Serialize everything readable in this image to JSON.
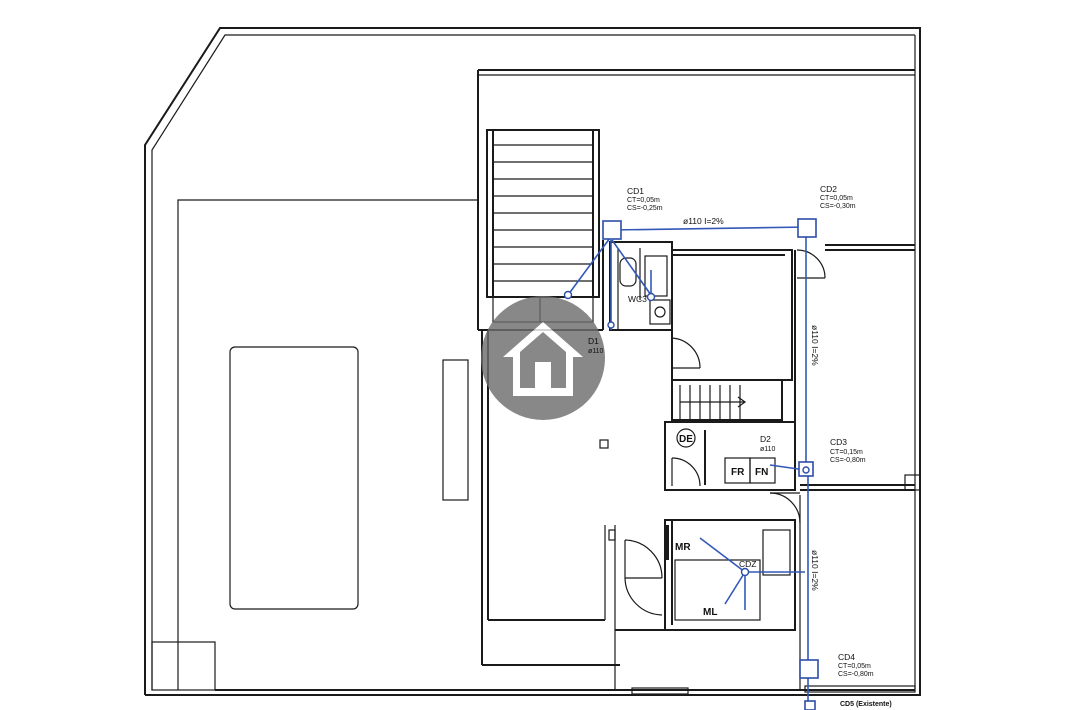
{
  "nodes": {
    "cd1": {
      "name": "CD1",
      "ct": "CT=0,05m",
      "cs": "CS=-0,25m"
    },
    "cd2": {
      "name": "CD2",
      "ct": "CT=0,05m",
      "cs": "CS=-0,30m"
    },
    "cd3": {
      "name": "CD3",
      "ct": "CT=0,15m",
      "cs": "CS=-0,80m"
    },
    "cd4": {
      "name": "CD4",
      "ct": "CT=0,05m",
      "cs": "CS=-0,80m"
    },
    "cd5": {
      "name": "CD5 (Existente)"
    },
    "d1": {
      "name": "D1",
      "dia": "ø110"
    },
    "d2": {
      "name": "D2",
      "dia": "ø110"
    },
    "cdz": {
      "name": "CDZ"
    },
    "wc3": {
      "name": "WC3"
    }
  },
  "pipes": {
    "top": "ø110  I=2%",
    "right_upper": "ø110 I=2%",
    "right_lower": "ø110 I=2%",
    "arrow_symbol": "→"
  },
  "fixtures": {
    "de": "DE",
    "fr": "FR",
    "fn": "FN",
    "mr": "MR",
    "ml": "ML"
  },
  "colors": {
    "pipe": "#3358b8",
    "wall": "#1a1a1a",
    "watermark": "#6e6e6e"
  },
  "watermark": {
    "icon": "house-icon"
  }
}
